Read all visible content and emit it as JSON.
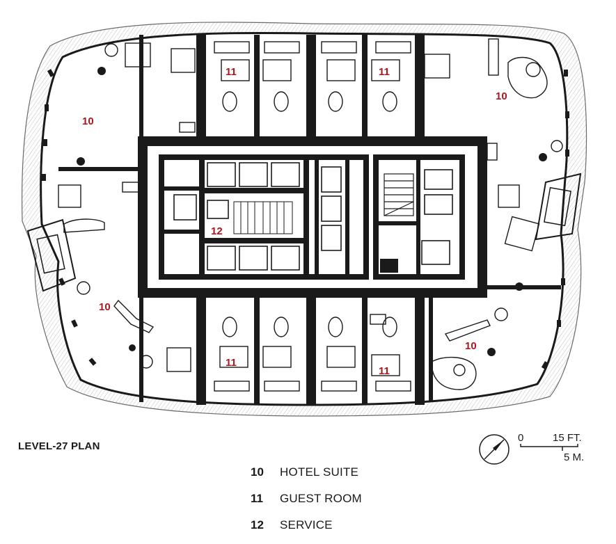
{
  "plan": {
    "title": "LEVEL-27 PLAN",
    "room_labels": [
      "10",
      "11",
      "12"
    ],
    "label_color": "#b0141c",
    "wall_color": "#1a1a1a"
  },
  "legend": [
    {
      "number": "10",
      "name": "HOTEL SUITE"
    },
    {
      "number": "11",
      "name": "GUEST ROOM"
    },
    {
      "number": "12",
      "name": "SERVICE"
    }
  ],
  "scale": {
    "zero": "0",
    "feet": "15 FT.",
    "meters": "5 M."
  },
  "icons": {
    "north_arrow": "north-arrow-icon"
  }
}
